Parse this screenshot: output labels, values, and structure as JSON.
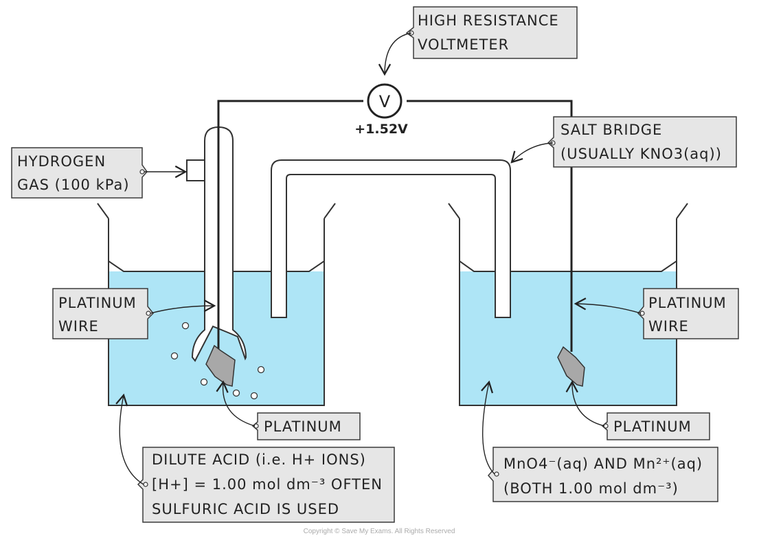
{
  "voltmeter": {
    "symbol": "V",
    "reading": "+1.52V"
  },
  "labels": {
    "voltmeter": [
      "HIGH RESISTANCE",
      "VOLTMETER"
    ],
    "salt_bridge": [
      "SALT BRIDGE",
      "(USUALLY KNO3(aq))"
    ],
    "hydrogen": [
      "HYDROGEN",
      "GAS (100 kPa)"
    ],
    "pt_wire_left": [
      "PLATINUM",
      "WIRE"
    ],
    "pt_wire_right": [
      "PLATINUM",
      "WIRE"
    ],
    "platinum_left": "PLATINUM",
    "platinum_right": "PLATINUM",
    "acid": [
      "DILUTE ACID (i.e. H+ IONS)",
      "[H+] = 1.00 mol dm⁻³ OFTEN",
      "SULFURIC ACID IS USED"
    ],
    "mno4": [
      "MnO4⁻(aq) AND Mn²⁺(aq)",
      "(BOTH 1.00 mol dm⁻³)"
    ]
  },
  "copyright": "Copyright © Save My Exams. All Rights Reserved",
  "colors": {
    "solution": "#aee5f6",
    "electrode": "#a8a8a8",
    "tag": "#e6e6e6",
    "line": "#222222"
  }
}
